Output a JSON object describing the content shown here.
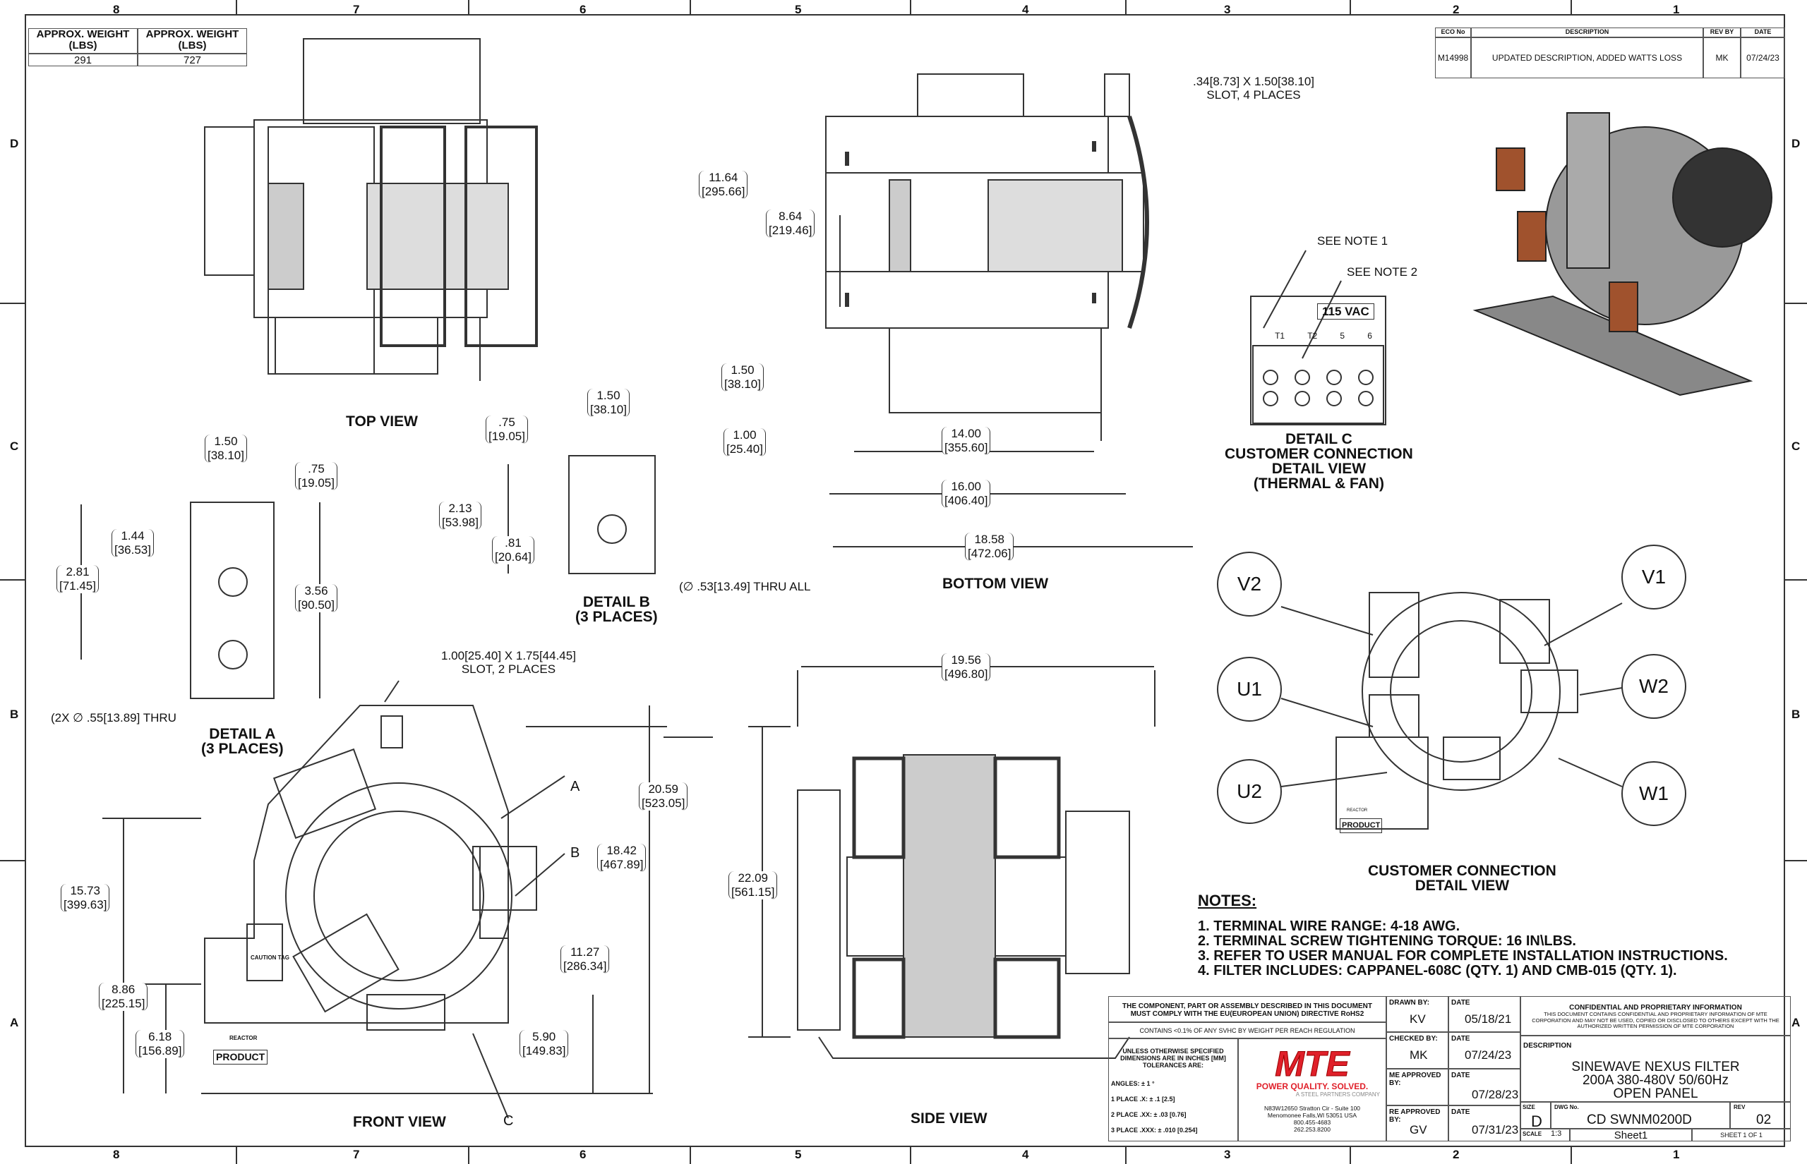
{
  "zones": {
    "columns": [
      "8",
      "7",
      "6",
      "5",
      "4",
      "3",
      "2",
      "1"
    ],
    "rows": [
      "D",
      "C",
      "B",
      "A"
    ]
  },
  "weight_table": {
    "headers": [
      "APPROX. WEIGHT (LBS)",
      "APPROX. WEIGHT (LBS)"
    ],
    "values": [
      "291",
      "727"
    ]
  },
  "revision": {
    "headers": {
      "eco": "ECO No",
      "description": "DESCRIPTION",
      "rev_by": "REV BY",
      "date": "DATE"
    },
    "row": {
      "eco": "M14998",
      "description": "UPDATED DESCRIPTION, ADDED WATTS LOSS",
      "rev_by": "MK",
      "date": "07/24/23"
    }
  },
  "top_view": {
    "title": "TOP VIEW"
  },
  "detail_a": {
    "title": "DETAIL A",
    "subtitle": "(3 PLACES)",
    "dims": [
      [
        "1.50",
        "[38.10]"
      ],
      [
        ".75",
        "[19.05]"
      ],
      [
        "1.44",
        "[36.53]"
      ],
      [
        "2.81",
        "[71.45]"
      ],
      [
        "3.56",
        "[90.50]"
      ]
    ],
    "hole_note": "(2X ∅ .55[13.89] THRU"
  },
  "detail_b": {
    "title": "DETAIL B",
    "subtitle": "(3 PLACES)",
    "dims": [
      [
        "1.50",
        "[38.10]"
      ],
      [
        ".75",
        "[19.05]"
      ],
      [
        "2.13",
        "[53.98]"
      ],
      [
        ".81",
        "[20.64]"
      ]
    ],
    "hole_note": "(∅ .53[13.49] THRU ALL"
  },
  "bottom_view": {
    "title": "BOTTOM VIEW",
    "slot_note_1": ".34[8.73] X 1.50[38.10]",
    "slot_note_2": "SLOT, 4 PLACES",
    "dims": [
      [
        "11.64",
        "[295.66]"
      ],
      [
        "8.64",
        "[219.46]"
      ],
      [
        "1.50",
        "[38.10]"
      ],
      [
        "1.00",
        "[25.40]"
      ],
      [
        "14.00",
        "[355.60]"
      ],
      [
        "16.00",
        "[406.40]"
      ],
      [
        "18.58",
        "[472.06]"
      ]
    ]
  },
  "detail_c": {
    "title_lines": [
      "DETAIL C",
      "CUSTOMER CONNECTION",
      "DETAIL VIEW",
      "(THERMAL & FAN)"
    ],
    "see_note_1": "SEE NOTE 1",
    "see_note_2": "SEE NOTE 2",
    "voltage": "115 VAC",
    "terminals": [
      "T1",
      "T2",
      "5",
      "6"
    ]
  },
  "customer_view": {
    "title_lines": [
      "CUSTOMER CONNECTION",
      "DETAIL VIEW"
    ],
    "balloons": [
      "V2",
      "V1",
      "U1",
      "W2",
      "U2",
      "W1"
    ],
    "labels": [
      "PRODUCT",
      "REACTOR"
    ]
  },
  "front_view": {
    "title": "FRONT VIEW",
    "slot_note_1": "1.00[25.40] X 1.75[44.45]",
    "slot_note_2": "SLOT, 2 PLACES",
    "callouts": [
      "A",
      "B",
      "C"
    ],
    "labels": [
      "CAUTION TAG",
      "REACTOR",
      "PRODUCT"
    ],
    "dims": [
      [
        "20.59",
        "[523.05]"
      ],
      [
        "18.42",
        "[467.89]"
      ],
      [
        "15.73",
        "[399.63]"
      ],
      [
        "11.27",
        "[286.34]"
      ],
      [
        "8.86",
        "[225.15]"
      ],
      [
        "6.18",
        "[156.89]"
      ],
      [
        "5.90",
        "[149.83]"
      ]
    ]
  },
  "side_view": {
    "title": "SIDE VIEW",
    "dims": [
      [
        "19.56",
        "[496.80]"
      ],
      [
        "22.09",
        "[561.15]"
      ]
    ]
  },
  "notes": {
    "heading": "NOTES:",
    "items": [
      "1.  TERMINAL WIRE RANGE: 4-18 AWG.",
      "2.  TERMINAL SCREW TIGHTENING TORQUE: 16 IN\\LBS.",
      "3.  REFER TO USER MANUAL FOR COMPLETE INSTALLATION INSTRUCTIONS.",
      "4.  FILTER INCLUDES: CAPPANEL-608C (QTY. 1) AND CMB-015 (QTY. 1)."
    ]
  },
  "title_block": {
    "rohs": "THE COMPONENT, PART OR ASSEMBLY DESCRIBED IN THIS DOCUMENT MUST COMPLY WITH THE EU(EUROPEAN UNION) DIRECTIVE RoHS2",
    "reach": "CONTAINS <0.1% OF ANY SVHC BY WEIGHT PER REACH REGULATION",
    "tolerance_head": "UNLESS OTHERWISE SPECIFIED DIMENSIONS ARE IN INCHES [MM] TOLERANCES ARE:",
    "tolerances": [
      "ANGLES: ± 1 °",
      "1 PLACE .X: ± .1 [2.5]",
      "2 PLACE .XX: ± .03 [0.76]",
      "3 PLACE .XXX: ± .010 [0.254]"
    ],
    "logo": "MTE",
    "tagline": "POWER QUALITY. SOLVED.",
    "parent": "A STEEL PARTNERS COMPANY",
    "address": [
      "N83W12650 Stratton Cir - Suite 100",
      "Menomonee Falls,WI 53051 USA",
      "800.455-4683",
      "262.253.8200"
    ],
    "drawn_by_label": "DRAWN BY:",
    "drawn_by": "KV",
    "drawn_date": "05/18/21",
    "checked_by_label": "CHECKED BY:",
    "checked_by": "MK",
    "checked_date": "07/24/23",
    "me_label": "ME APPROVED BY:",
    "me_by": "",
    "me_date": "07/28/23",
    "re_label": "RE APPROVED BY:",
    "re_by": "GV",
    "re_date": "07/31/23",
    "date_label": "DATE",
    "confidential_head": "CONFIDENTIAL AND PROPRIETARY INFORMATION",
    "confidential": "THIS DOCUMENT CONTAINS CONFIDENTIAL AND PROPRIETARY INFORMATION OF MTE CORPORATION AND MAY NOT BE USED, COPIED OR DISCLOSED TO OTHERS EXCEPT WITH THE AUTHORIZED WRITTEN PERMISSION OF MTE CORPORATION",
    "description_label": "DESCRIPTION",
    "description": [
      "SINEWAVE NEXUS FILTER",
      "200A 380-480V 50/60Hz",
      "OPEN PANEL"
    ],
    "size_label": "SIZE",
    "size": "D",
    "dwg_label": "DWG No.",
    "dwg": "CD SWNM0200D",
    "rev_label": "REV",
    "rev": "02",
    "scale_label": "SCALE",
    "scale": "1:3",
    "sheet_name": "Sheet1",
    "sheet": "SHEET 1  OF 1"
  },
  "colors": {
    "logo": "#e0202a",
    "line": "#222222"
  }
}
